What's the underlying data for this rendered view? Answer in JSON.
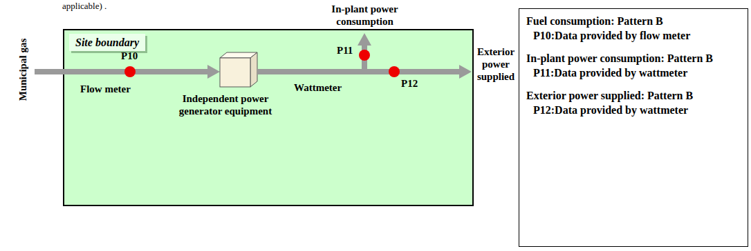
{
  "diagram": {
    "nodes": [
      {
        "text": [
          "Site boundary"
        ]
      },
      {
        "text": [
          "Independent power generator equipment"
        ],
        "in": 0
      },
      {
        "text": [
          "Fuel consumption: Pattern B",
          "P10:Data provided by flow meter",
          "In-plant power consumption: Pattern B",
          "P11:Data provided by wattmeter",
          "Exterior power supplied: Pattern B",
          "P12:Data provided by wattmeter"
        ]
      }
    ],
    "labels": [
      "applicable) .",
      "Municipal gas",
      "P10",
      "Flow meter",
      "In-plant power consumption",
      "P11",
      "Wattmeter",
      "P12",
      "Exterior power supplied"
    ]
  }
}
